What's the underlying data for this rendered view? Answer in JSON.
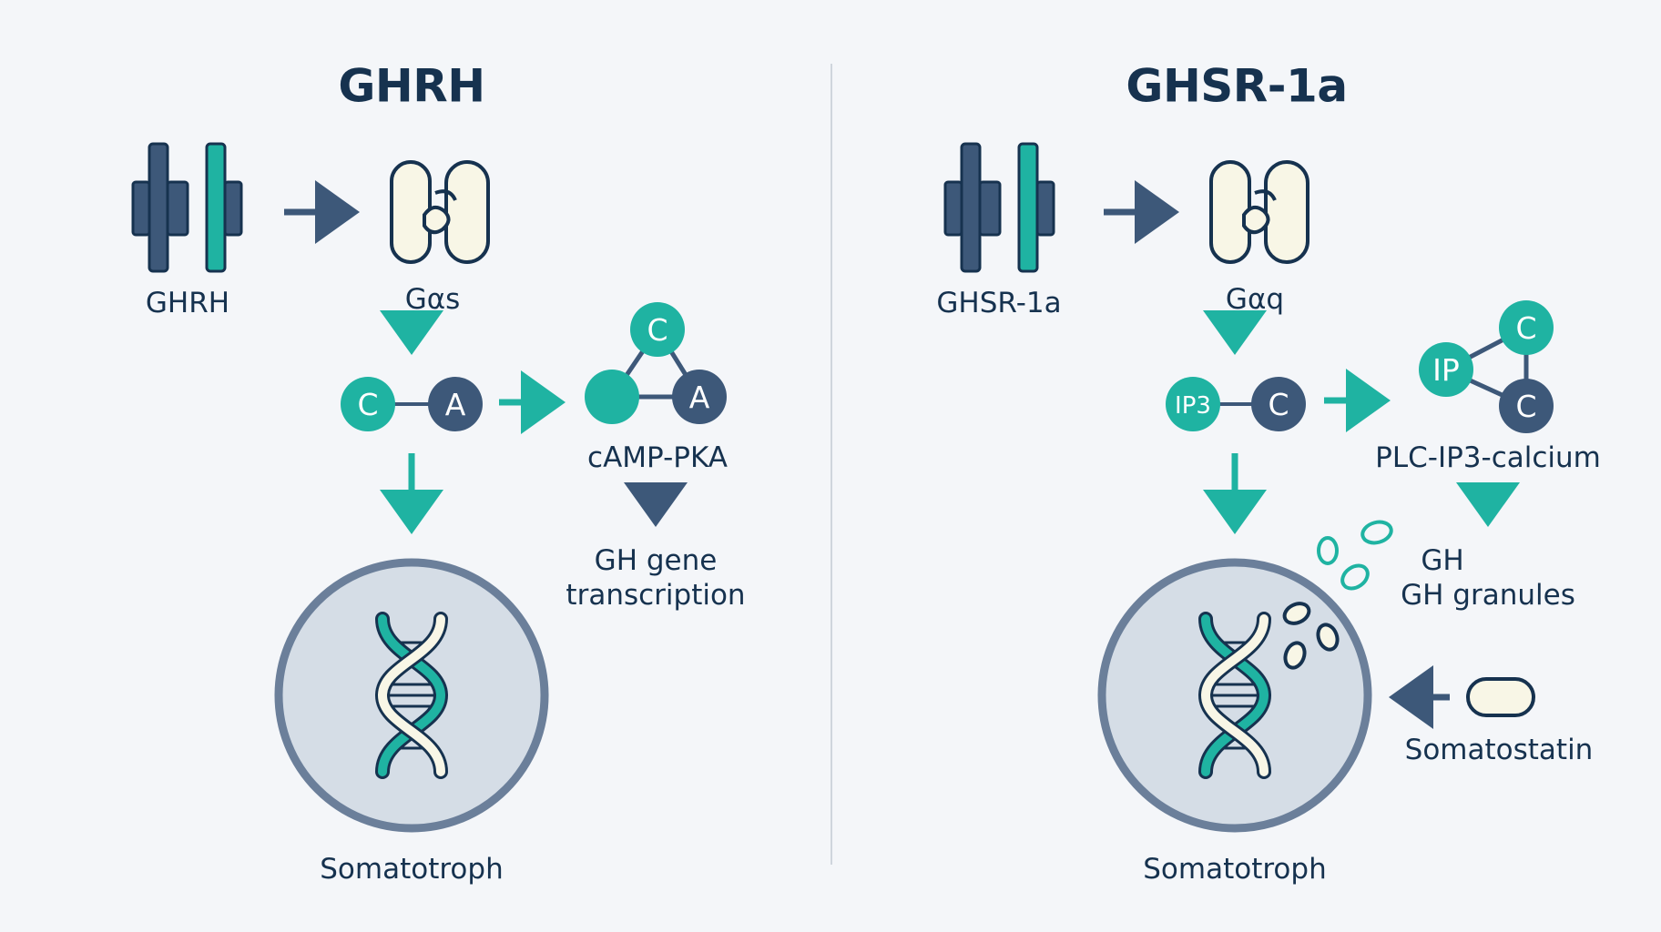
{
  "colors": {
    "navy": "#3d5879",
    "teal": "#1fb3a2",
    "dark": "#16324f",
    "cream": "#f8f6e6",
    "nucleus_fill": "#d5dde6",
    "nucleus_ring": "#6b7f9a",
    "divider": "#cfd5dd"
  },
  "left": {
    "title": "GHRH",
    "receptor_label": "GHRH",
    "gprotein_label": "Gαs",
    "node_c": "C",
    "node_a": "A",
    "triangle_top": "C",
    "triangle_right": "A",
    "pathway_label": "cAMP-PKA",
    "outcome_line1": "GH gene",
    "outcome_line2": "transcription",
    "cell_label": "Somatotroph"
  },
  "right": {
    "title": "GHSR-1a",
    "receptor_label": "GHSR-1a",
    "gprotein_label": "Gαq",
    "node_ip3": "IP3",
    "node_c": "C",
    "triangle_left": "IP",
    "triangle_top": "C",
    "triangle_bottom": "C",
    "pathway_label": "PLC-IP3-calcium",
    "outcome_line1": "GH",
    "outcome_line2": "GH granules",
    "inhibitor_label": "Somatostatin",
    "cell_label": "Somatotroph"
  },
  "icons": [
    "receptor-icon",
    "g-protein-icon",
    "dna-icon",
    "arrow-icon",
    "granule-icon",
    "somatostatin-icon"
  ]
}
